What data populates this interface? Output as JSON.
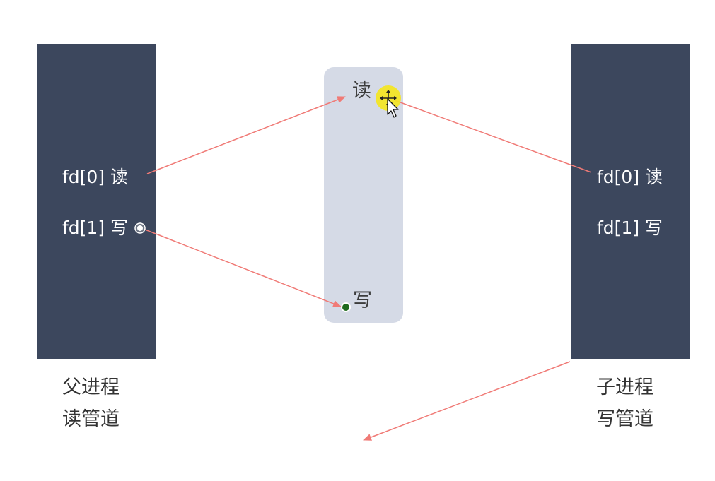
{
  "parent": {
    "fd0_label": "fd[0] 读",
    "fd1_label": "fd[1] 写",
    "caption_line1": "父进程",
    "caption_line2": "读管道"
  },
  "pipe": {
    "read_label": "读",
    "write_label": "写"
  },
  "child": {
    "fd0_label": "fd[0] 读",
    "fd1_label": "fd[1] 写",
    "caption_line1": "子进程",
    "caption_line2": "写管道"
  },
  "colors": {
    "process_block": "#3c475d",
    "pipe_block": "#d5dae6",
    "arrow": "#f07a76",
    "handle_active": "#1f6b1f",
    "cursor_highlight": "#f5e51c"
  },
  "icons": [
    "move-cursor-icon",
    "connection-handle-icon"
  ]
}
